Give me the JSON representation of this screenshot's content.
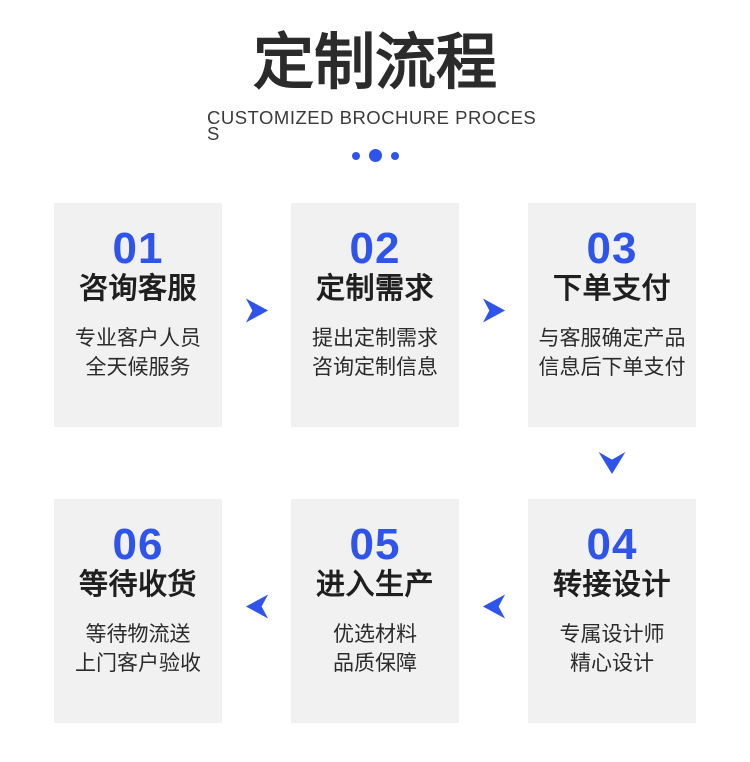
{
  "header": {
    "title": "定制流程",
    "subtitle_line1": "CUSTOMIZED BROCHURE PROCES",
    "subtitle_line2": "S"
  },
  "colors": {
    "accent": "#2f54eb",
    "card_background": "#f1f1f1",
    "title_text": "#2b2b2b",
    "body_text": "#2b2b2b"
  },
  "steps": [
    {
      "number": "01",
      "title": "咨询客服",
      "desc_line1": "专业客户人员",
      "desc_line2": "全天候服务"
    },
    {
      "number": "02",
      "title": "定制需求",
      "desc_line1": "提出定制需求",
      "desc_line2": "咨询定制信息"
    },
    {
      "number": "03",
      "title": "下单支付",
      "desc_line1": "与客服确定产品",
      "desc_line2": "信息后下单支付"
    },
    {
      "number": "04",
      "title": "转接设计",
      "desc_line1": "专属设计师",
      "desc_line2": "精心设计"
    },
    {
      "number": "05",
      "title": "进入生产",
      "desc_line1": "优选材料",
      "desc_line2": "品质保障"
    },
    {
      "number": "06",
      "title": "等待收货",
      "desc_line1": "等待物流送",
      "desc_line2": "上门客户验收"
    }
  ]
}
